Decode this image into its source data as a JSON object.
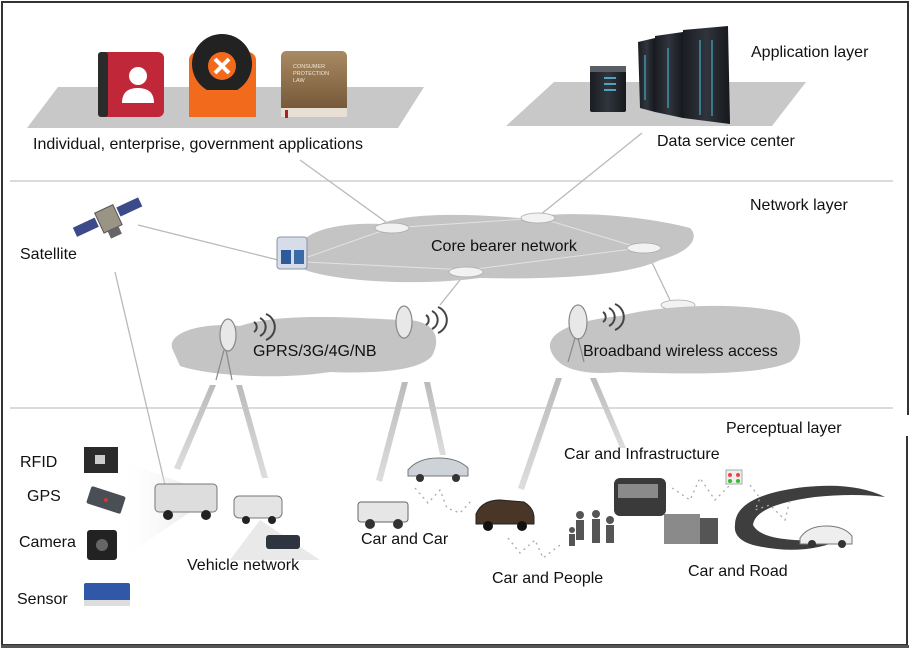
{
  "title": "Internet of Vehicles architecture",
  "layers": [
    {
      "id": "application",
      "label": "Application layer"
    },
    {
      "id": "network",
      "label": "Network layer"
    },
    {
      "id": "perceptual",
      "label": "Perceptual layer"
    }
  ],
  "application": {
    "apps_label": "Individual, enterprise, government applications",
    "apps_icons": [
      "contacts-book-icon",
      "vinyl-record-app-icon",
      "consumer-protection-law-book-icon"
    ],
    "law_book_text": [
      "CONSUMER",
      "PROTECTION",
      "LAW"
    ],
    "data_center_label": "Data service center"
  },
  "network": {
    "satellite_label": "Satellite",
    "core_label": "Core bearer network",
    "cellular_label": "GPRS/3G/4G/NB",
    "broadband_label": "Broadband wireless access"
  },
  "perceptual": {
    "devices": [
      {
        "label": "RFID",
        "icon": "rfid-reader-icon"
      },
      {
        "label": "GPS",
        "icon": "gps-device-icon"
      },
      {
        "label": "Camera",
        "icon": "camera-icon"
      },
      {
        "label": "Sensor",
        "icon": "sensor-icon"
      }
    ],
    "vehicle_network_label": "Vehicle network",
    "car_and_car_label": "Car and Car",
    "car_and_people_label": "Car and People",
    "car_and_infrastructure_label": "Car and Infrastructure",
    "car_and_road_label": "Car and Road"
  },
  "colors": {
    "platform": "#c8c8c8",
    "cloud": "#c4c4c4",
    "divider": "#cfcfcf",
    "border": "#333333",
    "app_red": "#c0283a",
    "app_orange": "#f26a1b",
    "app_brown": "#8a6a45"
  }
}
